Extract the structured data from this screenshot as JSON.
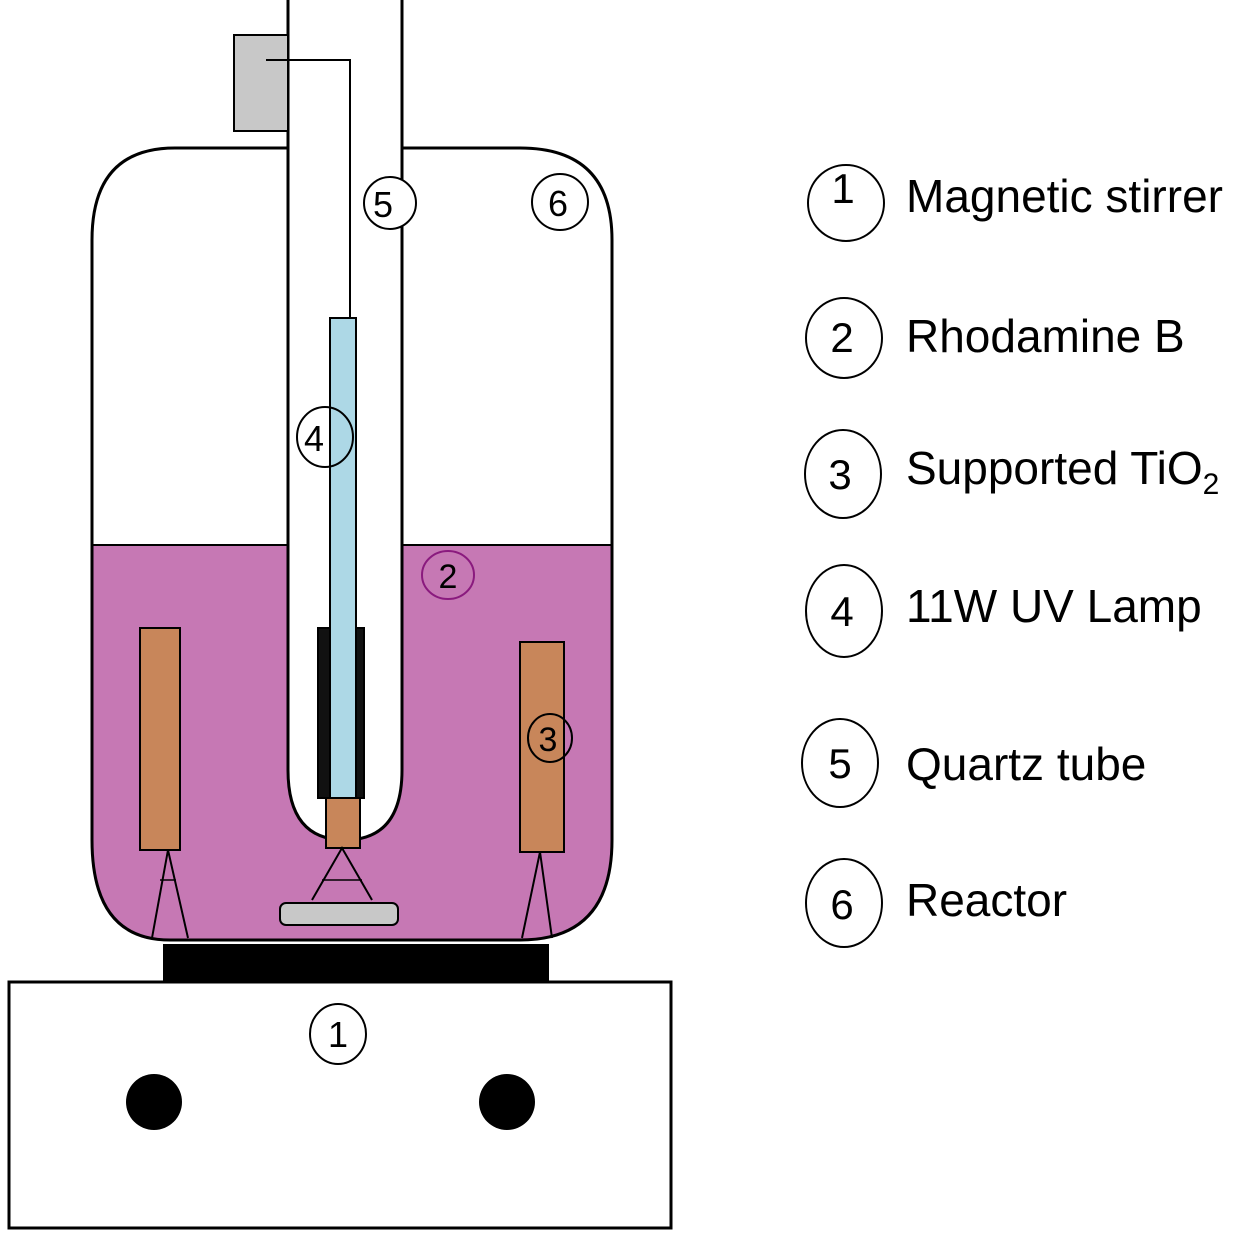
{
  "colors": {
    "solution": "#c678b4",
    "lamp": "#add8e6",
    "catalyst": "#c8865a",
    "stir_bar": "#c8c8c8",
    "plate": "#000000",
    "label_2": "#8a1a7e"
  },
  "callouts": {
    "stirrer": "1",
    "solution": "2",
    "catalyst": "3",
    "lamp": "4",
    "quartz": "5",
    "reactor": "6"
  },
  "legend": [
    {
      "num": "1",
      "text": "Magnetic stirrer"
    },
    {
      "num": "2",
      "text": "Rhodamine B"
    },
    {
      "num": "3",
      "text": "Supported TiO",
      "sub": "2"
    },
    {
      "num": "4",
      "text": "11W UV Lamp"
    },
    {
      "num": "5",
      "text": "Quartz tube"
    },
    {
      "num": "6",
      "text": "Reactor"
    }
  ]
}
